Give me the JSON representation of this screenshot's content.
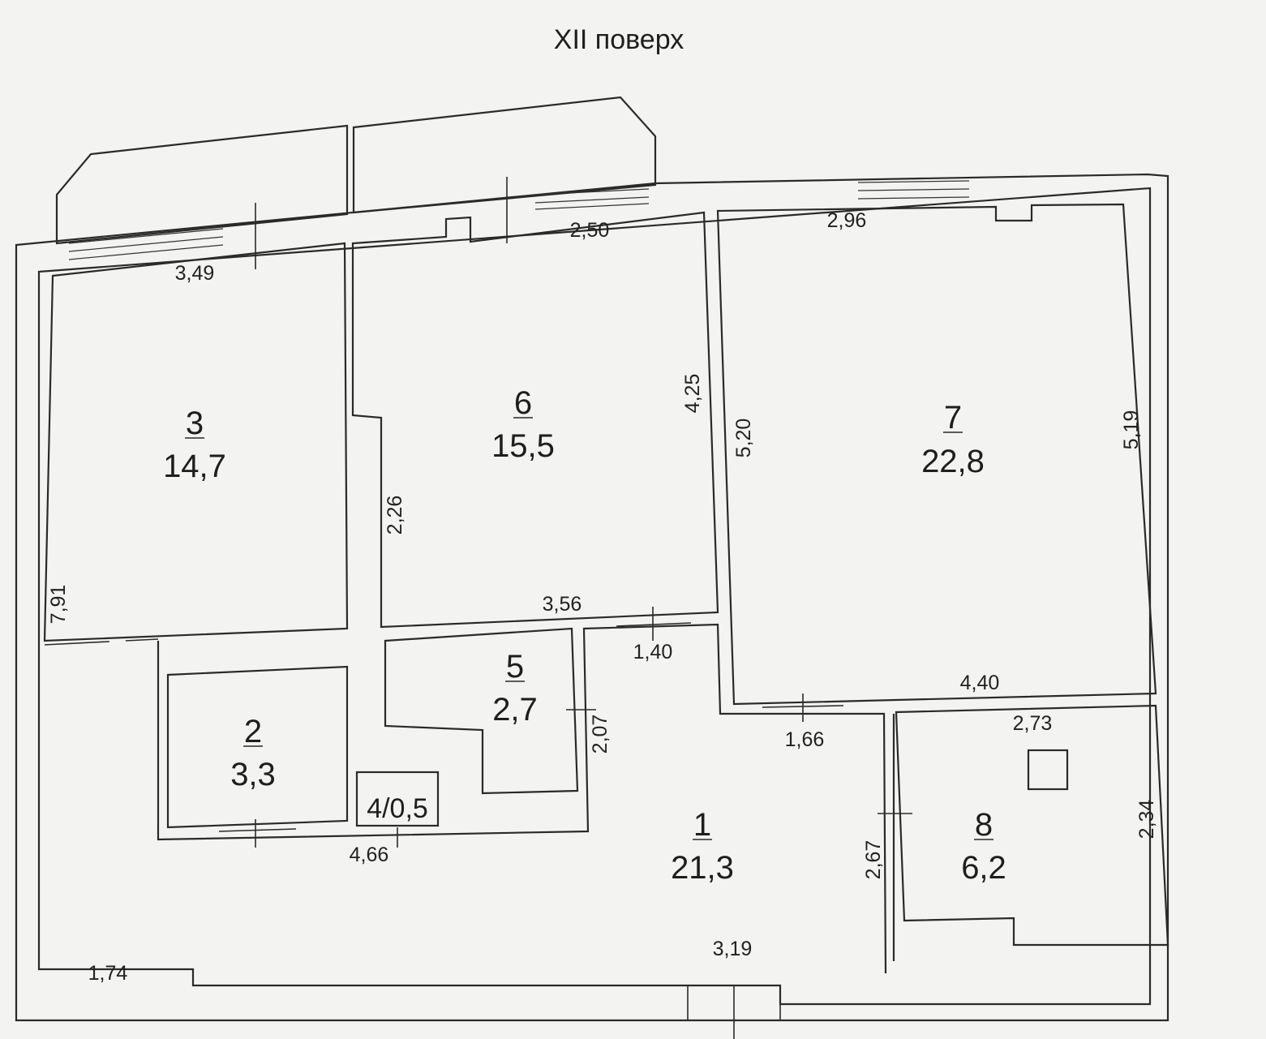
{
  "title": "XII поверх",
  "rooms": [
    {
      "number": "3",
      "area": "14,7"
    },
    {
      "number": "6",
      "area": "15,5"
    },
    {
      "number": "7",
      "area": "22,8"
    },
    {
      "number": "5",
      "area": "2,7"
    },
    {
      "number": "2",
      "area": "3,3"
    },
    {
      "number": "1",
      "area": "21,3"
    },
    {
      "number": "8",
      "area": "6,2"
    },
    {
      "label": "4/0,5"
    }
  ],
  "dimensions": {
    "room3_top": "3,49",
    "room6_top": "2,50",
    "room7_top": "2,96",
    "room6_right": "4,25",
    "room7_left": "5,20",
    "room7_right": "5,19",
    "corridor_left": "2,26",
    "left_wall": "7,91",
    "room6_bottom": "3,56",
    "room1_top": "1,40",
    "room7_bottom": "4,40",
    "room5_right": "2,07",
    "room1_mid": "1,66",
    "room8_top": "2,73",
    "room8_right": "2,34",
    "room8_left": "2,67",
    "room2_bottom": "4,66",
    "bottom_left": "1,74",
    "bottom_mid": "3,19"
  }
}
